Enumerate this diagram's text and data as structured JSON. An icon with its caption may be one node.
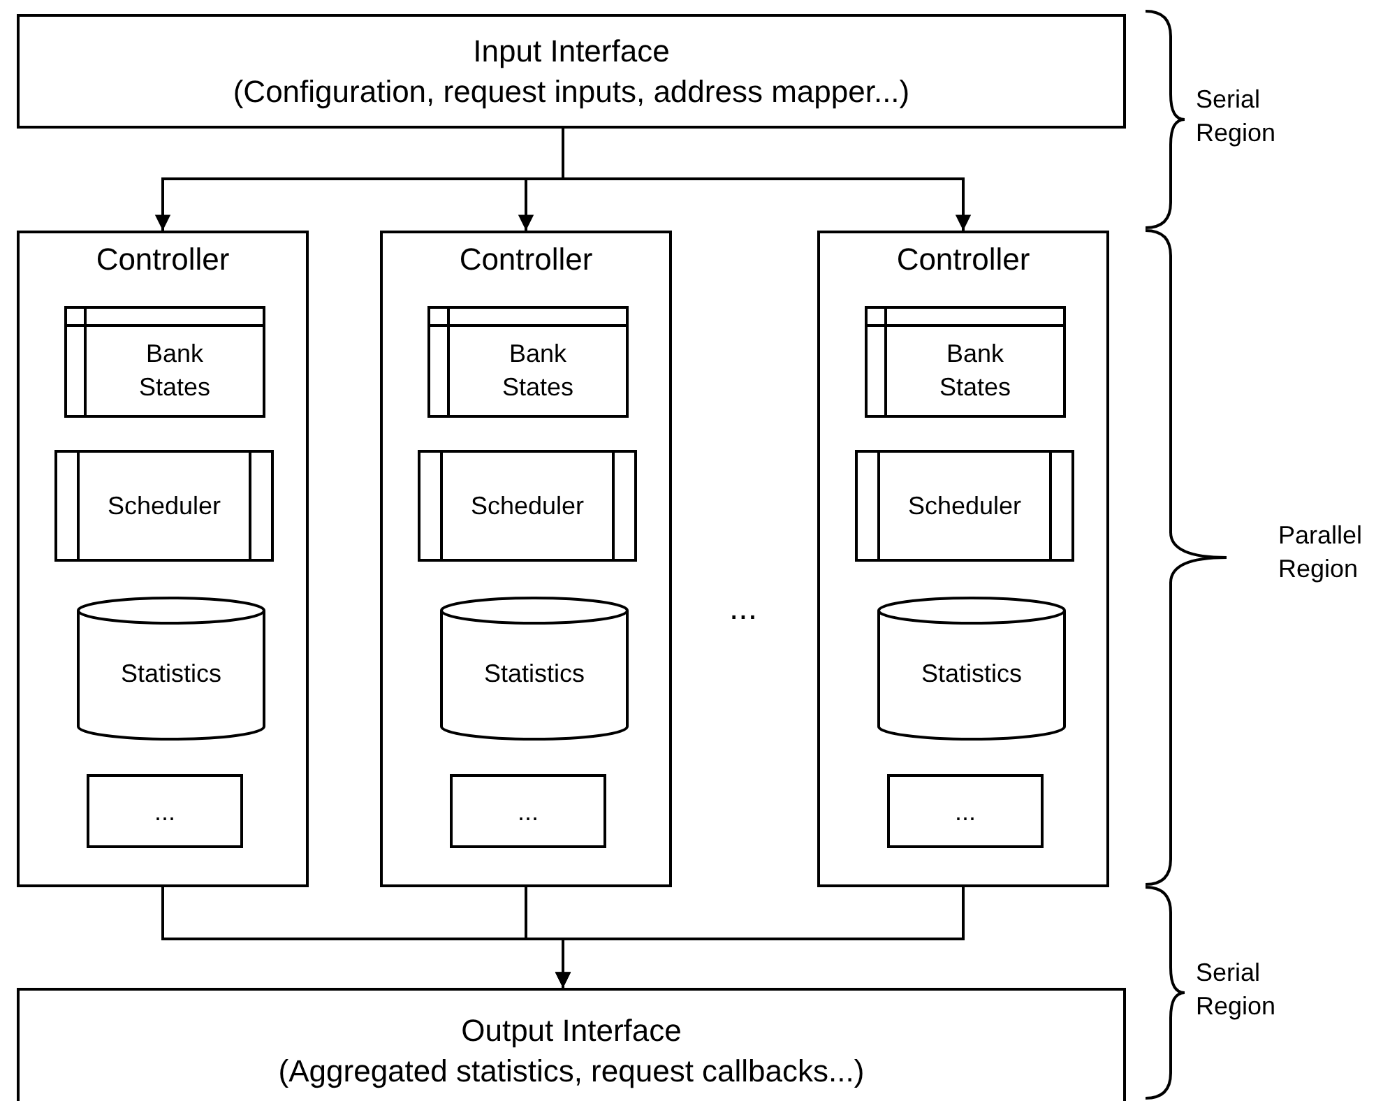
{
  "diagram": {
    "nodes": [
      {
        "text": [
          "Input Interface",
          "(Configuration, request inputs, address mapper...)"
        ]
      },
      {
        "text": [
          "Controller"
        ]
      },
      {
        "text": [
          "Bank States"
        ],
        "in": 1
      },
      {
        "text": [
          "Scheduler"
        ],
        "in": 1
      },
      {
        "text": [
          "Statistics"
        ],
        "in": 1
      },
      {
        "text": [
          "..."
        ],
        "in": 1
      },
      {
        "text": [
          "Controller"
        ]
      },
      {
        "text": [
          "Bank States"
        ],
        "in": 6
      },
      {
        "text": [
          "Scheduler"
        ],
        "in": 6
      },
      {
        "text": [
          "Statistics"
        ],
        "in": 6
      },
      {
        "text": [
          "..."
        ],
        "in": 6
      },
      {
        "text": [
          "Controller"
        ]
      },
      {
        "text": [
          "Bank States"
        ],
        "in": 11
      },
      {
        "text": [
          "Scheduler"
        ],
        "in": 11
      },
      {
        "text": [
          "Statistics"
        ],
        "in": 11
      },
      {
        "text": [
          "..."
        ],
        "in": 11
      },
      {
        "text": [
          "Output Interface",
          "(Aggregated statistics, request callbacks...)"
        ]
      }
    ],
    "edges": [
      {
        "from": 0,
        "to": 1,
        "arrow": "to"
      },
      {
        "from": 0,
        "to": 6,
        "arrow": "to"
      },
      {
        "from": 0,
        "to": 11,
        "arrow": "to"
      },
      {
        "from": 1,
        "to": 16,
        "arrow": "to"
      },
      {
        "from": 6,
        "to": 16,
        "arrow": "to"
      },
      {
        "from": 11,
        "to": 16,
        "arrow": "to"
      }
    ],
    "labels": [
      "Serial Region",
      "...",
      "Parallel Region",
      "Serial Region"
    ]
  }
}
